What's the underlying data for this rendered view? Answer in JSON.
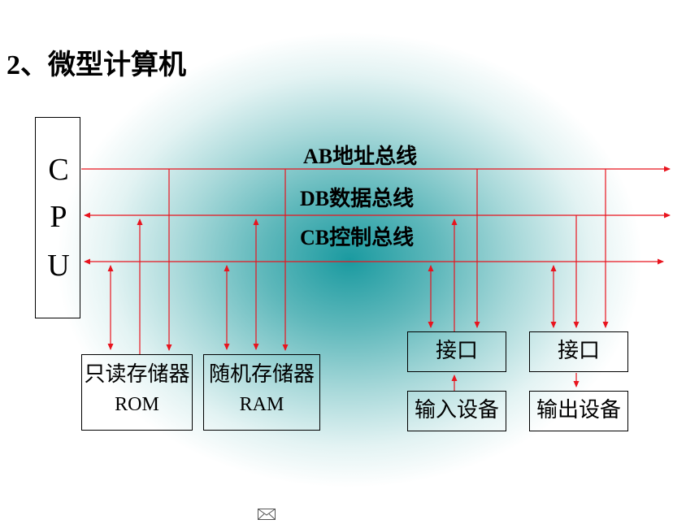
{
  "slide": {
    "title": "2、微型计算机"
  },
  "cpu": {
    "letters": [
      "C",
      "P",
      "U"
    ]
  },
  "buses": {
    "ab": "AB地址总线",
    "db": "DB数据总线",
    "cb": "CB控制总线"
  },
  "blocks": {
    "rom": {
      "name": "只读存储器",
      "abbr": "ROM"
    },
    "ram": {
      "name": "随机存储器",
      "abbr": "RAM"
    },
    "interface_in": "接口",
    "interface_out": "接口",
    "input_device": "输入设备",
    "output_device": "输出设备"
  },
  "colors": {
    "wire": "#e8141e",
    "text": "#000000",
    "border": "#000000"
  },
  "icons": {
    "footer": "envelope-icon"
  }
}
